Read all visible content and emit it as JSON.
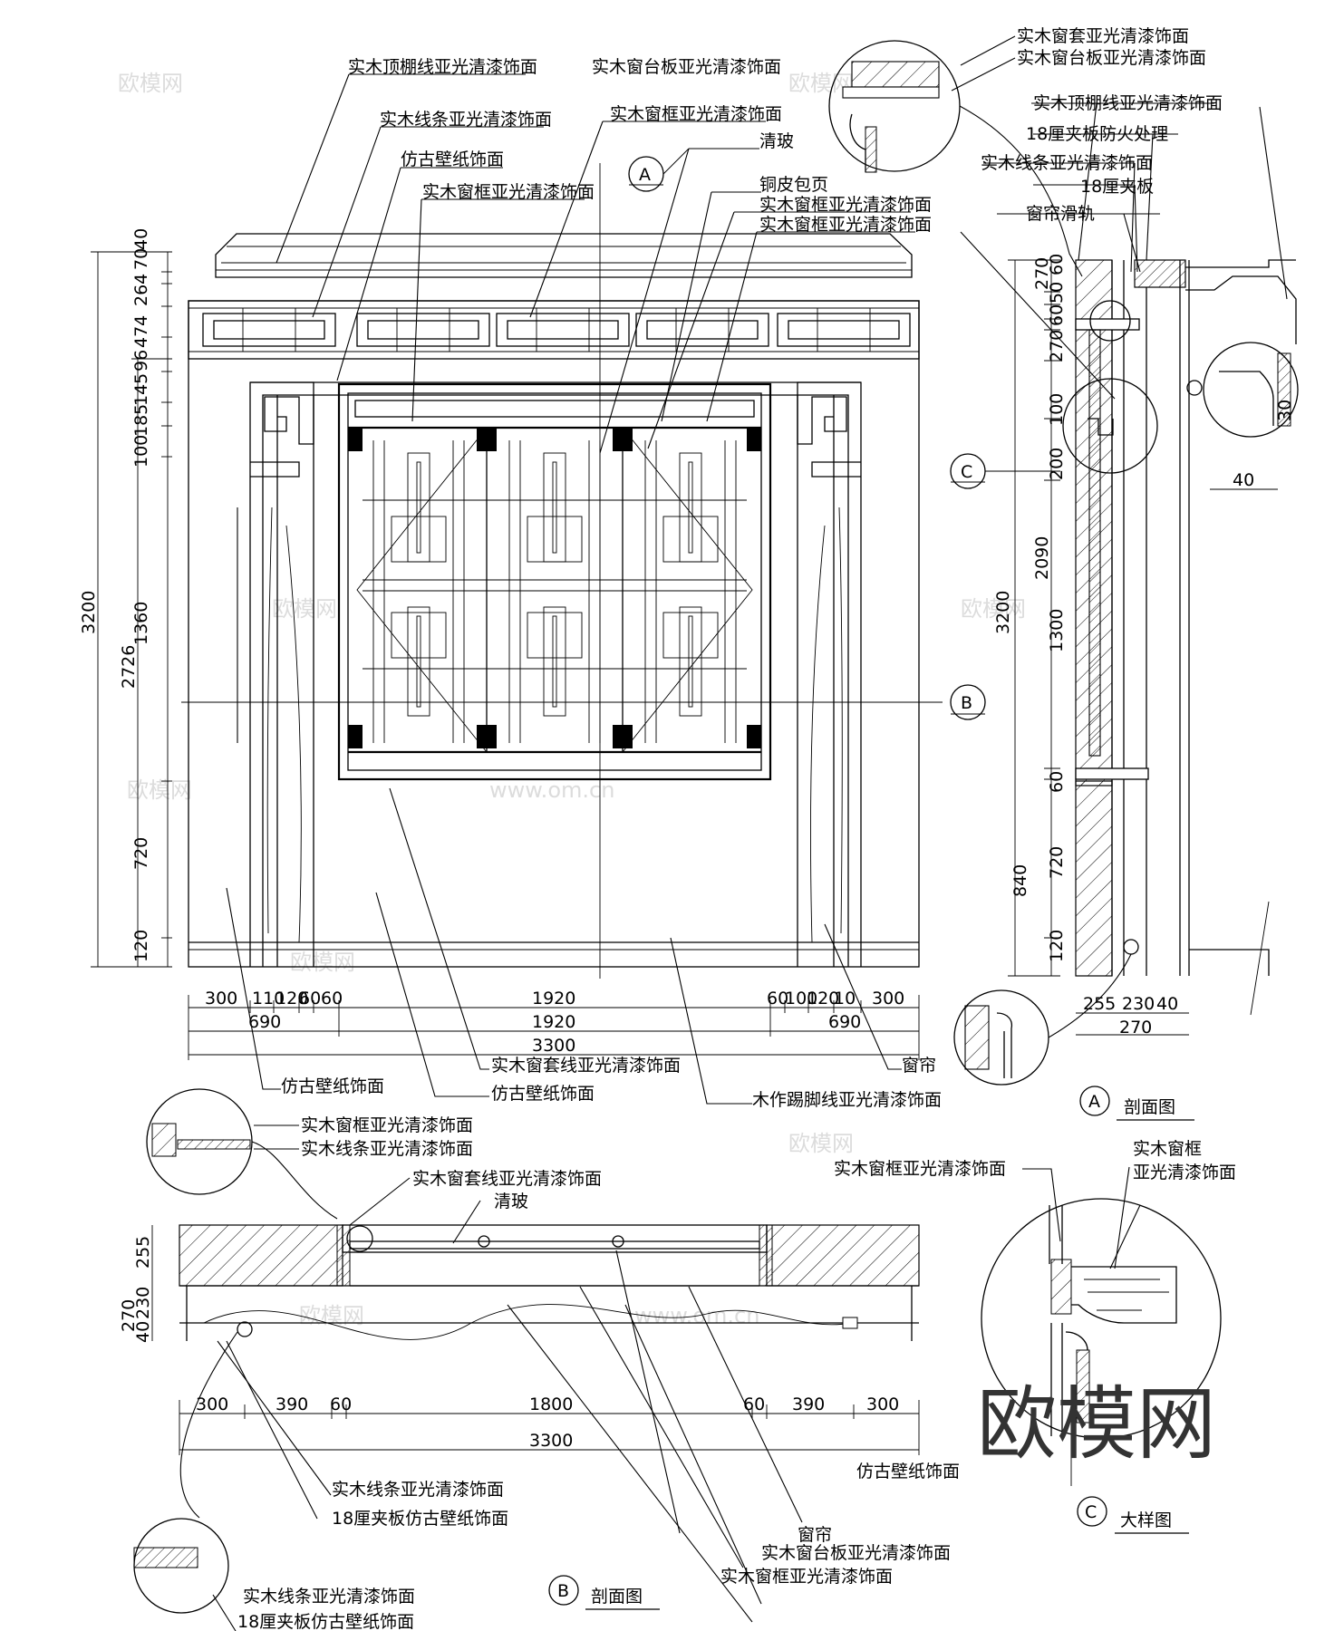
{
  "labels": {
    "l01": "实木顶棚线亚光清漆饰面",
    "l02": "实木线条亚光清漆饰面",
    "l03": "仿古壁纸饰面",
    "l04": "实木窗框亚光清漆饰面",
    "l05": "实木窗台板亚光清漆饰面",
    "l06": "实木窗框亚光清漆饰面",
    "l07": "清玻",
    "l08": "铜皮包页",
    "l09": "实木窗框亚光清漆饰面",
    "l10": "实木窗框亚光清漆饰面",
    "l11": "实木窗套亚光清漆饰面",
    "l12": "实木窗台板亚光清漆饰面",
    "l13": "实木顶棚线亚光清漆饰面",
    "l14": "18厘夹板防火处理",
    "l15": "实木线条亚光清漆饰面",
    "l16": "18厘夹板",
    "l17": "窗帘滑轨",
    "l18": "仿古壁纸饰面",
    "l19": "实木窗套线亚光清漆饰面",
    "l20": "仿古壁纸饰面",
    "l21": "木作踢脚线亚光清漆饰面",
    "l22": "窗帘",
    "l23": "实木窗框亚光清漆饰面",
    "l24": "实木线条亚光清漆饰面",
    "l25": "实木窗套线亚光清漆饰面",
    "l26": "清玻",
    "l27": "实木窗框亚光清漆饰面",
    "l28": "实木窗框",
    "l29": "亚光清漆饰面",
    "l30": "实木线条亚光清漆饰面",
    "l31": "18厘夹板仿古壁纸饰面",
    "l32": "仿古壁纸饰面",
    "l33": "窗帘",
    "l34": "实木窗台板亚光清漆饰面",
    "l35": "实木窗框亚光清漆饰面",
    "l36": "实木线条亚光清漆饰面",
    "l37": "18厘夹板仿古壁纸饰面"
  },
  "section_titles": {
    "a_mark": "A",
    "a_title": "剖面图",
    "b_mark": "B",
    "b_title": "剖面图",
    "c_mark": "C",
    "c_title": "大样图"
  },
  "cut_marks": {
    "a_letter": "A",
    "b_letter": "B",
    "c_letter": "C"
  },
  "elevation_dims": {
    "left_total": "3200",
    "left_sub": "2726",
    "left_stack": [
      "474",
      "264",
      "70",
      "40",
      "96",
      "145",
      "185",
      "100",
      "1360",
      "720",
      "120"
    ],
    "bottom_row1": [
      "300",
      "110",
      "120",
      "60",
      "60",
      "1920",
      "60",
      "100",
      "120",
      "10",
      "300"
    ],
    "bottom_row2": [
      "690",
      "1920",
      "690"
    ],
    "bottom_total": "3300"
  },
  "section_a_dims": {
    "total": "3200",
    "stack_right": [
      "270",
      "60",
      "50",
      "60",
      "270",
      "100",
      "200",
      "2090",
      "1300",
      "60",
      "840",
      "720",
      "120"
    ],
    "bottom": [
      "255",
      "230",
      "40"
    ],
    "bottom_total": "270",
    "detail_dim_v": "30",
    "detail_dim_h": "40"
  },
  "section_b_dims": {
    "left_stack": [
      "255",
      "270",
      "40",
      "230"
    ],
    "row1": [
      "300",
      "390",
      "60",
      "1800",
      "60",
      "390",
      "300"
    ],
    "total": "3300"
  },
  "watermarks": [
    "欧模网",
    "www.om.cn"
  ],
  "logo_text": "欧模网"
}
